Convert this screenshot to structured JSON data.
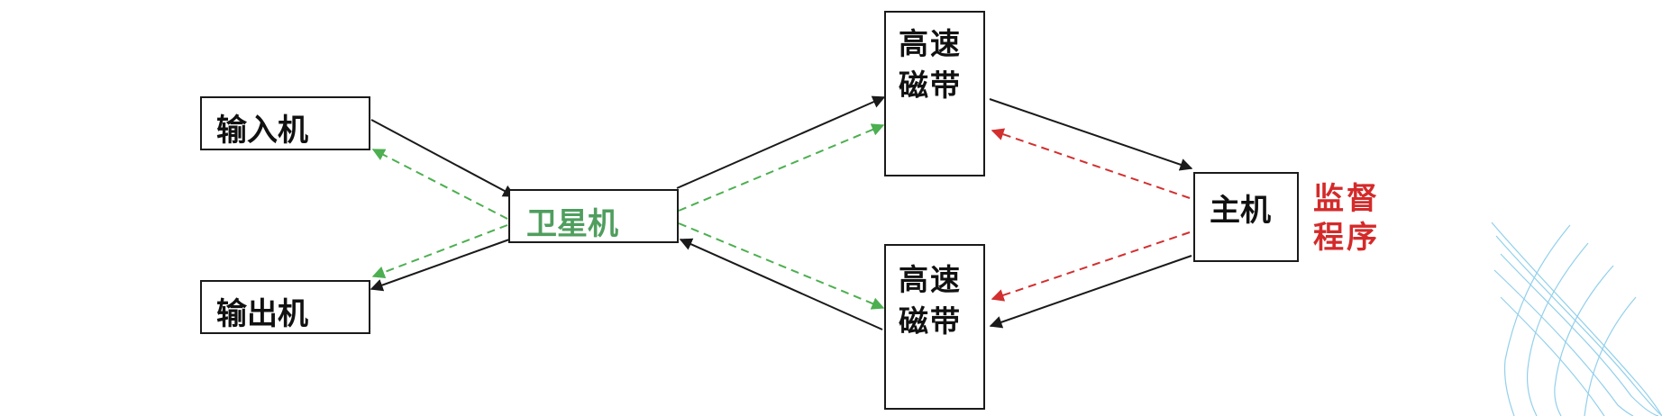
{
  "nodes": {
    "input_machine": "输入机",
    "output_machine": "输出机",
    "satellite_machine": "卫星机",
    "tape_top_line1": "高速",
    "tape_top_line2": "磁带",
    "tape_bottom_line1": "高速",
    "tape_bottom_line2": "磁带",
    "host": "主机",
    "supervisor_line1": "监督",
    "supervisor_line2": "程序"
  },
  "colors": {
    "data_flow": "#1a1a1a",
    "satellite_control": "#4caf50",
    "supervisor_control": "#d32f2f",
    "satellite_label": "#4f9e5e",
    "supervisor_label": "#d42a2a",
    "decoration": "#7fc8e8"
  },
  "edges": [
    {
      "from": "input_machine",
      "to": "satellite_machine",
      "style": "solid"
    },
    {
      "from": "satellite_machine",
      "to": "output_machine",
      "style": "solid"
    },
    {
      "from": "satellite_machine",
      "to": "tape_top",
      "style": "solid"
    },
    {
      "from": "tape_bottom",
      "to": "satellite_machine",
      "style": "solid"
    },
    {
      "from": "tape_top",
      "to": "host",
      "style": "solid"
    },
    {
      "from": "host",
      "to": "tape_bottom",
      "style": "solid"
    },
    {
      "from": "satellite_machine",
      "to": "input_machine",
      "style": "dashed-green"
    },
    {
      "from": "satellite_machine",
      "to": "output_machine",
      "style": "dashed-green"
    },
    {
      "from": "satellite_machine",
      "to": "tape_top",
      "style": "dashed-green"
    },
    {
      "from": "satellite_machine",
      "to": "tape_bottom",
      "style": "dashed-green"
    },
    {
      "from": "host",
      "to": "tape_top",
      "style": "dashed-red"
    },
    {
      "from": "host",
      "to": "tape_bottom",
      "style": "dashed-red"
    }
  ]
}
